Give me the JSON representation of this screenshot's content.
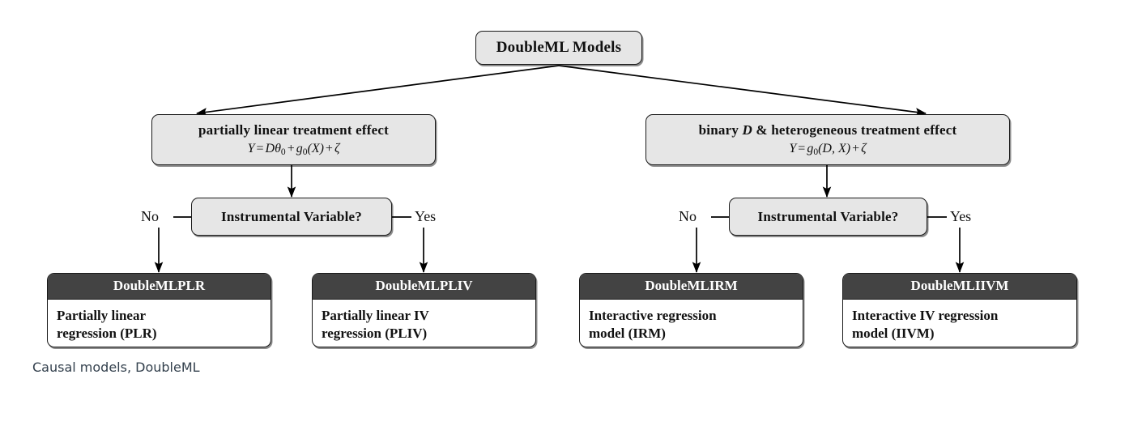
{
  "figure": {
    "caption": "Causal models, DoubleML",
    "colors": {
      "node_fill": "#e6e6e6",
      "node_border": "#1a1a1a",
      "model_header_bg": "#434343",
      "model_header_text": "#ffffff",
      "model_body_bg": "#ffffff",
      "caption_text": "#33404d",
      "edge": "#000000"
    }
  },
  "root": {
    "label": "DoubleML Models"
  },
  "branches": [
    {
      "id": "partially-linear",
      "title": "partially linear treatment effect",
      "equation": "Y = Dθ₀ + g₀(X) + ζ",
      "equation_parts": {
        "lhs": "Y",
        "eq": "=",
        "term1_var": "D",
        "term1_param": "θ",
        "term1_sub": "0",
        "plus1": "+",
        "term2_fn": "g",
        "term2_sub": "0",
        "term2_arg": "(X)",
        "plus2": "+",
        "term3": "ζ"
      },
      "decision": "Instrumental Variable?",
      "no_label": "No",
      "yes_label": "Yes",
      "models": [
        {
          "id": "plr",
          "header": "DoubleMLPLR",
          "body_line1": "Partially linear",
          "body_line2": "regression (PLR)",
          "branch": "No"
        },
        {
          "id": "pliv",
          "header": "DoubleMLPLIV",
          "body_line1": "Partially linear IV",
          "body_line2": "regression (PLIV)",
          "branch": "Yes"
        }
      ]
    },
    {
      "id": "heterogeneous",
      "title_pre": "binary ",
      "title_var": "D",
      "title_post": " & heterogeneous treatment effect",
      "title": "binary D & heterogeneous treatment effect",
      "equation": "Y = g₀(D, X) + ζ",
      "equation_parts": {
        "lhs": "Y",
        "eq": "=",
        "term1_fn": "g",
        "term1_sub": "0",
        "term1_arg": "(D, X)",
        "plus1": "+",
        "term2": "ζ"
      },
      "decision": "Instrumental Variable?",
      "no_label": "No",
      "yes_label": "Yes",
      "models": [
        {
          "id": "irm",
          "header": "DoubleMLIRM",
          "body_line1": "Interactive regression",
          "body_line2": "model (IRM)",
          "branch": "No"
        },
        {
          "id": "iivm",
          "header": "DoubleMLIIVM",
          "body_line1": "Interactive IV regression",
          "body_line2": "model (IIVM)",
          "branch": "Yes"
        }
      ]
    }
  ]
}
